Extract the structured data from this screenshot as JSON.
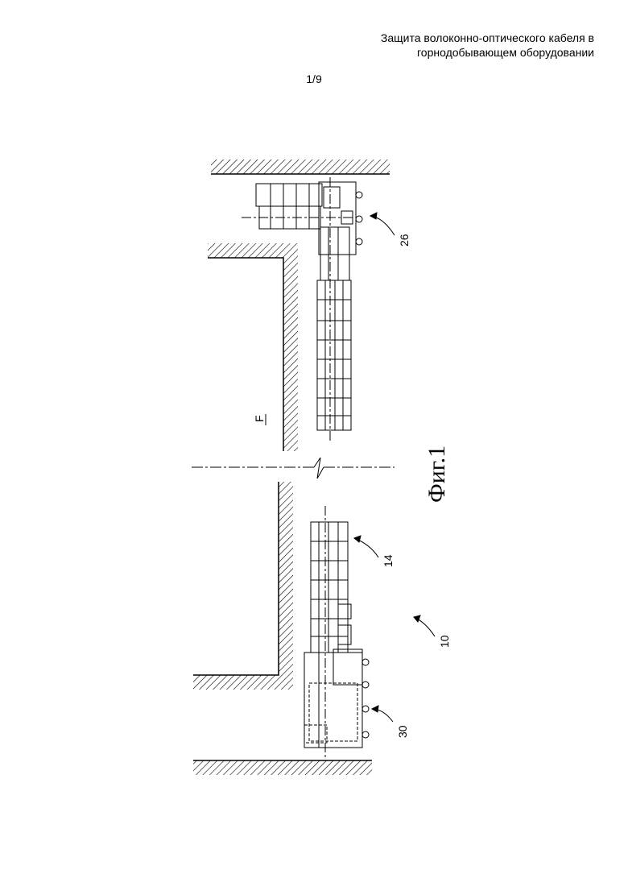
{
  "header": {
    "title_line1": "Защита волоконно-оптического кабеля в",
    "title_line2": "горнодобывающем оборудовании"
  },
  "page_number": "1/9",
  "drawing": {
    "figure_caption": "Фиг.1",
    "labels": {
      "face": "F",
      "ref_26": "26",
      "ref_14": "14",
      "ref_10": "10",
      "ref_30": "30"
    }
  }
}
